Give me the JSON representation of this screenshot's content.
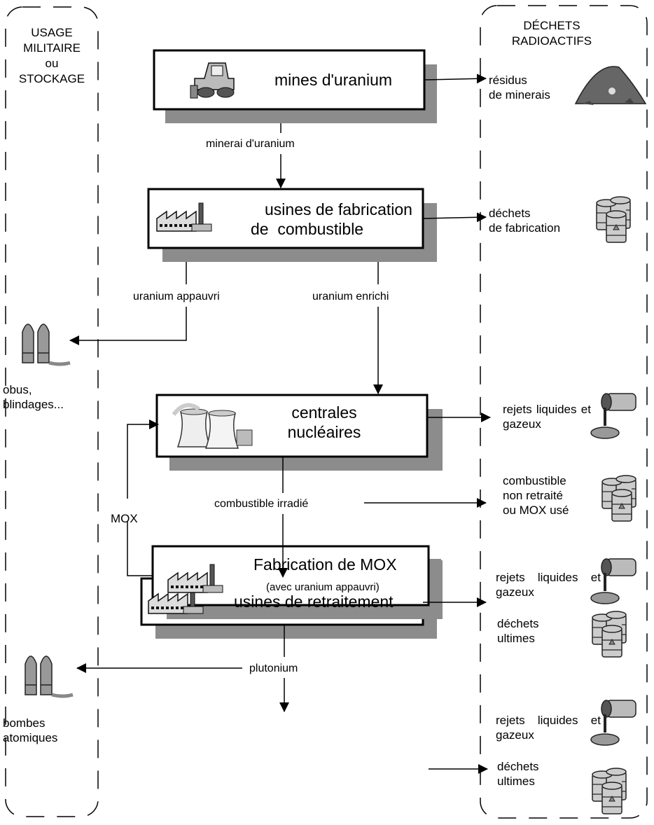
{
  "columns": {
    "left": {
      "lines": [
        "USAGE",
        "MILITAIRE",
        "ou",
        "STOCKAGE"
      ]
    },
    "right": {
      "lines": [
        "DÉCHETS",
        "RADIOACTIFS"
      ]
    }
  },
  "stages": [
    {
      "title": "mines d'uranium",
      "icon": "bulldozer-icon"
    },
    {
      "title_lines": [
        "usines de fabrication",
        "de  combustible"
      ],
      "icon": "factory-icon"
    },
    {
      "title_lines": [
        "centrales",
        "nucléaires"
      ],
      "icon": "cooling-towers-icon"
    },
    {
      "title": "usines de retraitement",
      "icon": "factory-icon"
    },
    {
      "title": "Fabrication de MOX",
      "subtitle": "(avec uranium appauvri)",
      "icon": "factory-icon"
    }
  ],
  "flows": {
    "minerai": "minerai d'uranium",
    "appauvri": "uranium appauvri",
    "enrichi": "uranium enrichi",
    "irradie": "combustible irradié",
    "plutonium": "plutonium",
    "mox": "MOX"
  },
  "military": {
    "obus": [
      "obus,",
      "blindages..."
    ],
    "bombes": [
      "bombes",
      "atomiques"
    ]
  },
  "waste": {
    "residus": [
      "résidus",
      "de minerais"
    ],
    "fabrication": [
      "déchets",
      "de fabrication"
    ],
    "rejets_line1": [
      "rejets",
      "liquides",
      "et"
    ],
    "rejets_line2": "gazeux",
    "non_retraite": [
      "combustible",
      "non retraité",
      "ou MOX usé"
    ],
    "ultimes": [
      "déchets",
      "ultimes"
    ]
  }
}
